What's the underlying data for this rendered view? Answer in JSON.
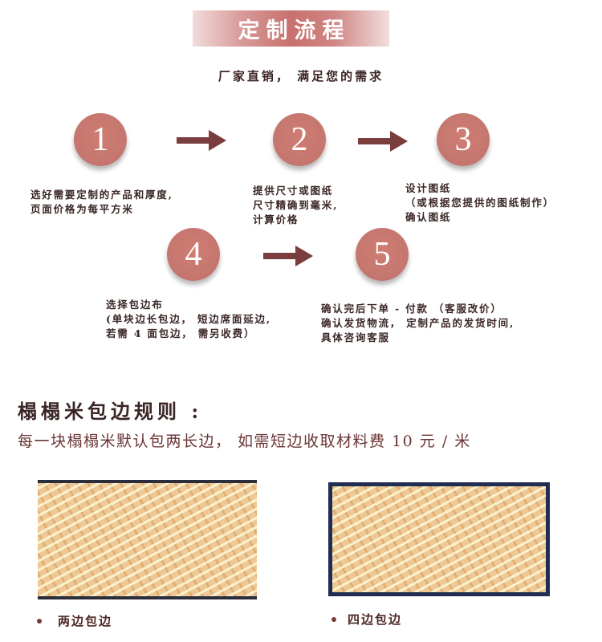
{
  "header": {
    "title": "定制流程",
    "subtitle": "厂家直销， 满足您的需求"
  },
  "steps": [
    {
      "number": "1",
      "text": "选好需要定制的产品和厚度,\n页面价格为每平方米"
    },
    {
      "number": "2",
      "text": "提供尺寸或图纸\n尺寸精确到毫米,\n计算价格"
    },
    {
      "number": "3",
      "text": "设计图纸\n（或根据您提供的图纸制作）\n确认图纸"
    },
    {
      "number": "4",
      "text": "选择包边布\n(单块边长包边， 短边席面延边,\n若需 4 面包边， 需另收费）"
    },
    {
      "number": "5",
      "text": "确认完后下单 - 付款 （客服改价）\n确认发货物流， 定制产品的发货时间,\n具体咨询客服"
    }
  ],
  "rules": {
    "title": "榻榻米包边规则 :",
    "description": "每一块榻榻米默认包两长边， 如需短边收取材料费 10 元 / 米",
    "options": [
      {
        "label": "两边包边",
        "icon": "mat-two-side-binding-image"
      },
      {
        "label": "四边包边",
        "icon": "mat-four-side-binding-image"
      }
    ]
  },
  "colors": {
    "circle": "#c4766e",
    "arrow": "#7a3e3e",
    "text": "#3b2626",
    "border_two": "#2b2c3c",
    "border_four": "#1f2d52",
    "mat": "#ecc48d"
  }
}
